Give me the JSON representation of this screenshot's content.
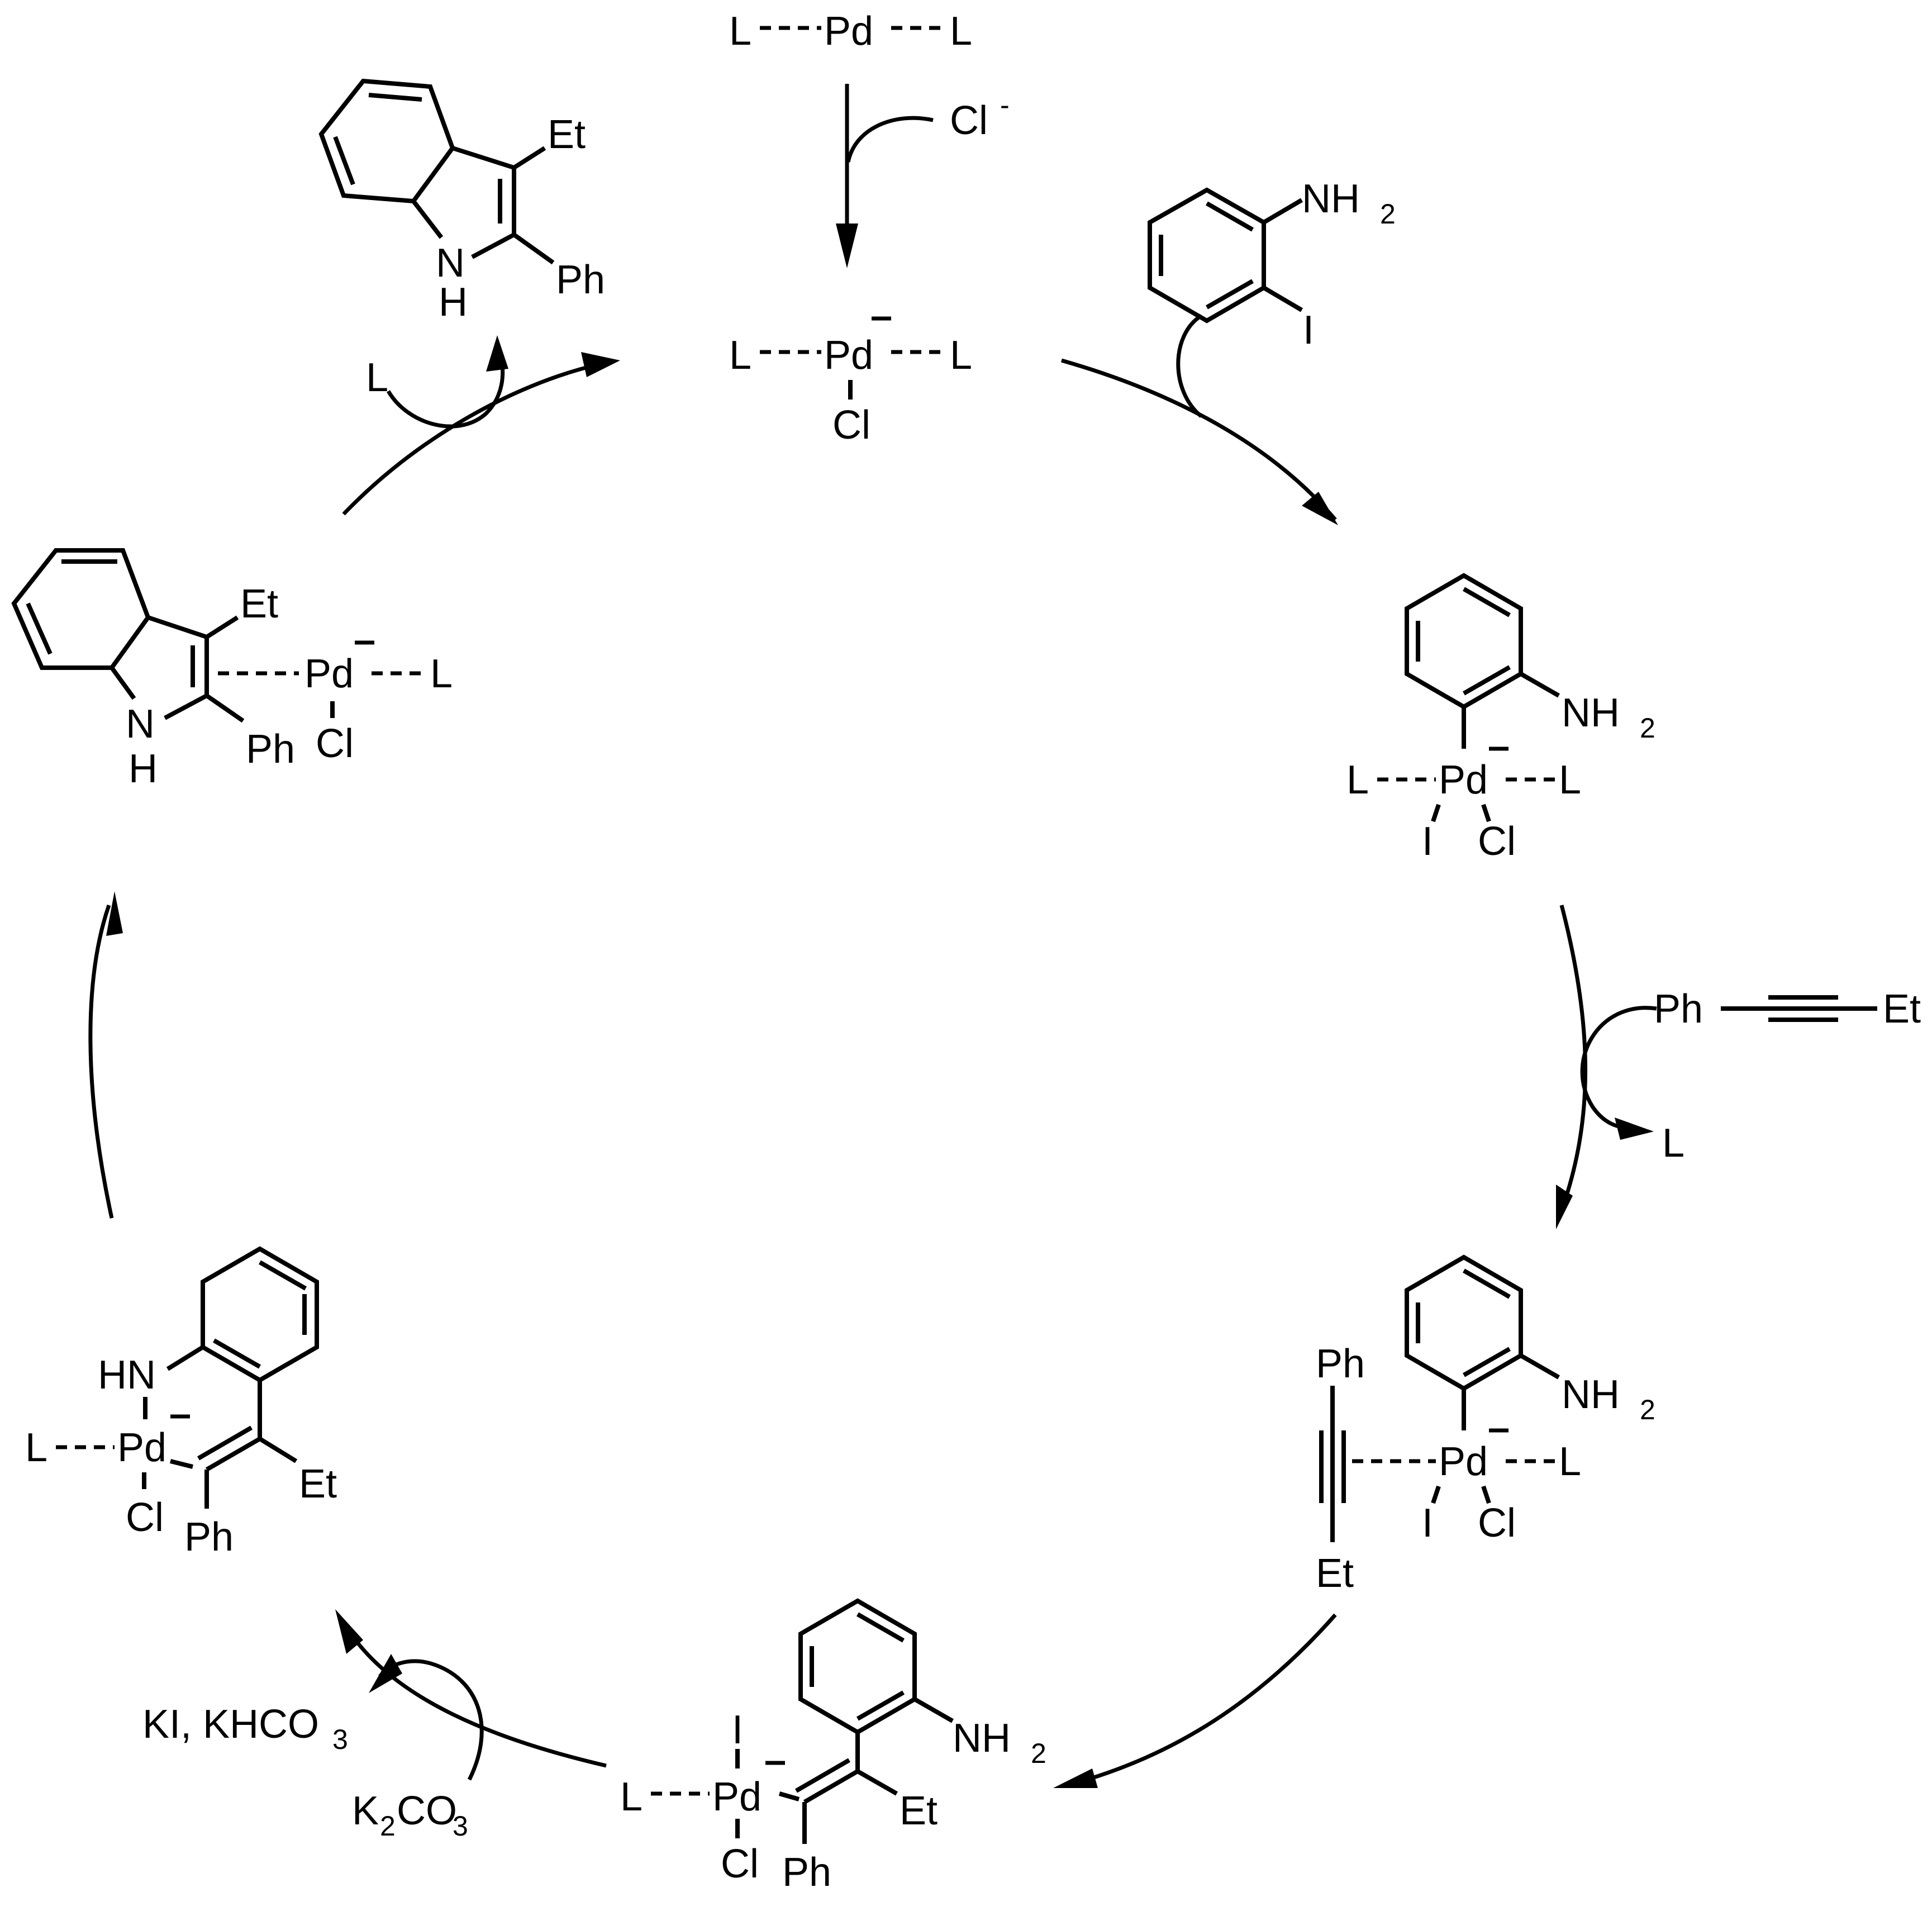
{
  "labels": {
    "L": "L",
    "Pd": "Pd",
    "Cl": "Cl",
    "I": "I",
    "Et": "Et",
    "Ph": "Ph",
    "N": "N",
    "H": "H",
    "HN": "HN",
    "NH": "NH",
    "chloride": "Cl",
    "chloride_charge": "-",
    "KI_KHCO": "KI, KHCO",
    "K": "K",
    "CO": "CO",
    "sub2": "2",
    "sub3": "3"
  }
}
